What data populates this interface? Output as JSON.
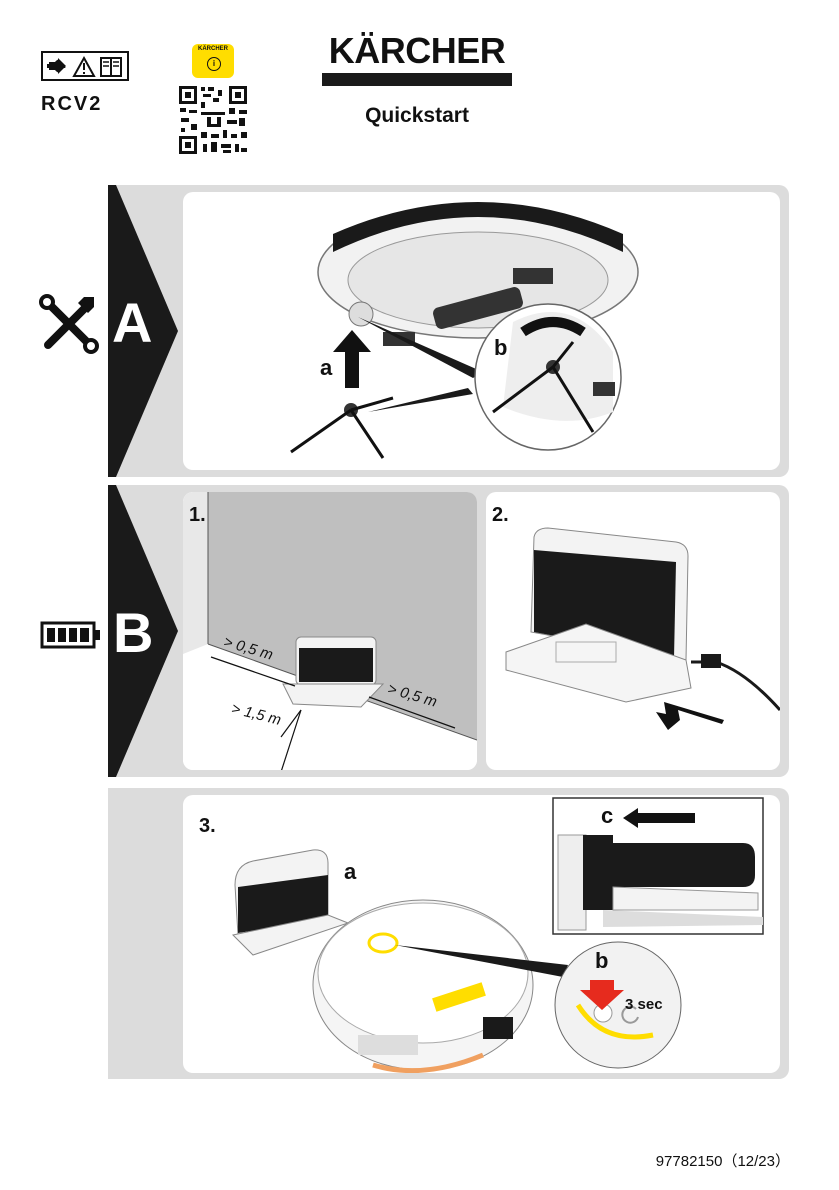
{
  "header": {
    "model": "RCV2",
    "brand": "KÄRCHER",
    "title": "Quickstart",
    "qr_badge": "KÄRCHER",
    "qr_badge_mark": "i"
  },
  "sections": {
    "A": {
      "letter": "A",
      "icon": "tools-icon",
      "callouts": {
        "a": "a",
        "b": "b"
      }
    },
    "B": {
      "letter": "B",
      "icon": "battery-icon",
      "step1": {
        "label": "1.",
        "dist_left": "> 0,5 m",
        "dist_right": "> 0,5 m",
        "dist_front": "> 1,5 m"
      },
      "step2": {
        "label": "2."
      }
    },
    "C": {
      "step3": {
        "label": "3.",
        "callout_a": "a",
        "callout_b": "b",
        "callout_c": "c",
        "hold_time": "3 sec"
      }
    }
  },
  "footer": {
    "doc_number": "97782150（12/23）"
  },
  "colors": {
    "brand_yellow": "#ffdd00",
    "dark": "#1a1a1a",
    "panel": "#dcdcdc",
    "arrow_red": "#e62b1e",
    "wall_gray": "#bfbfbf"
  }
}
